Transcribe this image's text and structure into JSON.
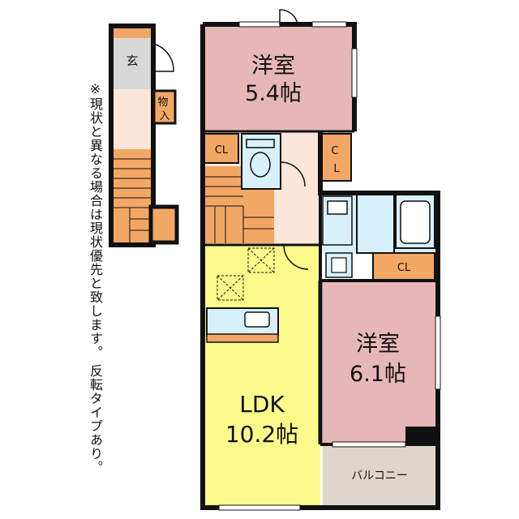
{
  "note": "※現状と異なる場合は現状優先と致します。 反転タイプあり。",
  "colors": {
    "wall": "#111111",
    "western_room": "#e7b7b7",
    "ldk": "#fbfa8a",
    "wet_area": "#d8f0fb",
    "entrance": "#d8d8d8",
    "hall": "#fce6d9",
    "closet": "#f2a864",
    "stairs": "#f2a864",
    "balcony": "#ded6c8"
  },
  "rooms": {
    "western1": {
      "name": "洋室",
      "size": "5.4帖"
    },
    "western2": {
      "name": "洋室",
      "size": "6.1帖"
    },
    "ldk": {
      "name": "LDK",
      "size": "10.2帖"
    },
    "balcony": {
      "name": "バルコニー"
    },
    "entrance": {
      "name": "玄"
    },
    "storage": {
      "name": "物入"
    },
    "closet_a": {
      "name": "CL"
    },
    "closet_b": {
      "name": "CL"
    },
    "closet_c": {
      "name": "CL"
    }
  }
}
